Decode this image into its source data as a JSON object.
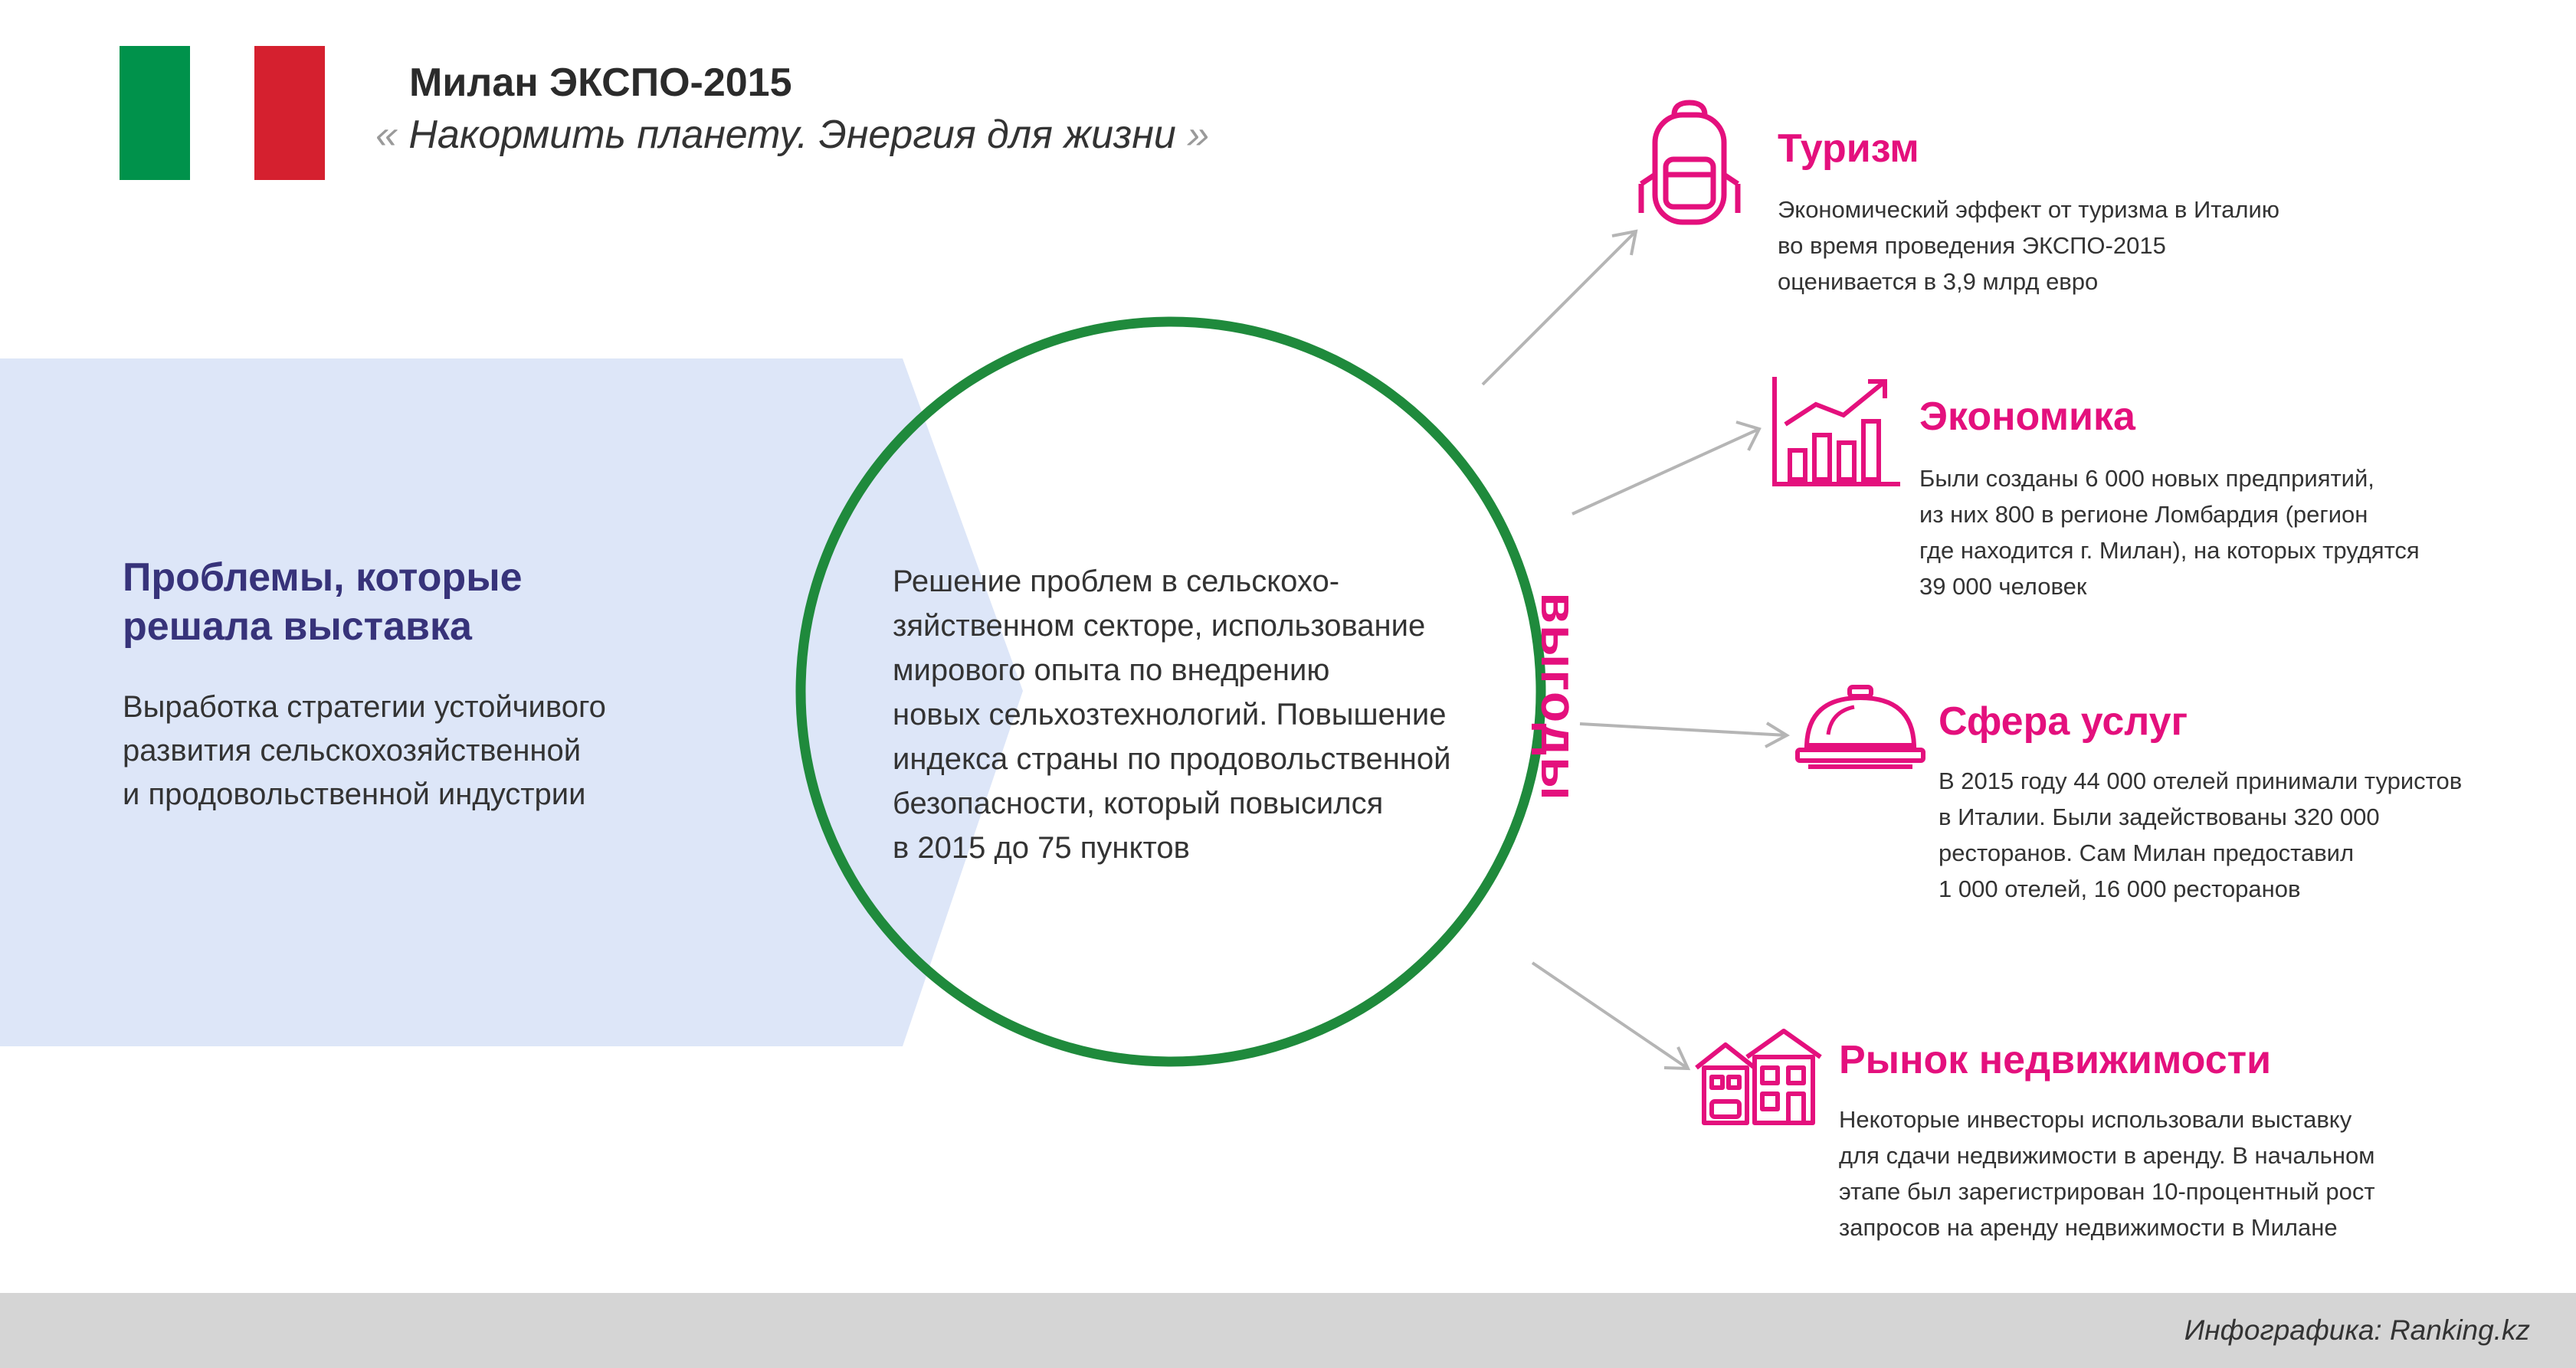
{
  "header": {
    "title": "Милан ЭКСПО-2015",
    "subtitle": "Накормить планету. Энергия для жизни",
    "quote_open": "«",
    "quote_close": "»"
  },
  "flag": {
    "colors": [
      "#00924b",
      "#ffffff",
      "#d5202f"
    ]
  },
  "problems": {
    "title": [
      "Проблемы, которые",
      "решала выставка"
    ],
    "text": [
      "Выработка стратегии устойчивого",
      "развития сельскохозяйственной",
      "и продовольственной индустрии"
    ]
  },
  "solution": {
    "text": [
      "Решение проблем в сельскохо-",
      "зяйственном секторе, использование",
      "мирового опыта по внедрению",
      "новых сельхозтехнологий. Повышение",
      "индекса страны по продовольственной",
      "безопасности, который повысился",
      "в 2015 до 75 пунктов"
    ]
  },
  "benefits_label": "выгоды",
  "benefits": [
    {
      "icon": "backpack-icon",
      "title": "Туризм",
      "lines": [
        "Экономический эффект от туризма в Италию",
        "во время проведения ЭКСПО-2015",
        "оценивается в 3,9 млрд евро"
      ]
    },
    {
      "icon": "growth-chart-icon",
      "title": "Экономика",
      "lines": [
        "Были созданы 6 000 новых предприятий,",
        "из них 800 в регионе Ломбардия (регион",
        "где находится г. Милан), на которых трудятся",
        "39 000 человек"
      ]
    },
    {
      "icon": "service-bell-icon",
      "title": "Сфера услуг",
      "lines": [
        "В 2015 году 44 000 отелей принимали туристов",
        "в Италии. Были задействованы 320 000",
        "ресторанов. Сам Милан предоставил",
        "1 000 отелей, 16 000 ресторанов"
      ]
    },
    {
      "icon": "houses-icon",
      "title": "Рынок недвижимости",
      "lines": [
        "Некоторые инвесторы использовали выставку",
        "для сдачи недвижимости в аренду. В начальном",
        "этапе был зарегистрирован 10-процентный рост",
        "запросов на аренду недвижимости в Милане"
      ]
    }
  ],
  "footer": {
    "credit": "Инфографика: Ranking.kz"
  },
  "colors": {
    "accent": "#e4107d",
    "circle": "#1f8a3c",
    "panel": "#dde6f8",
    "title_dark": "#37337a"
  }
}
